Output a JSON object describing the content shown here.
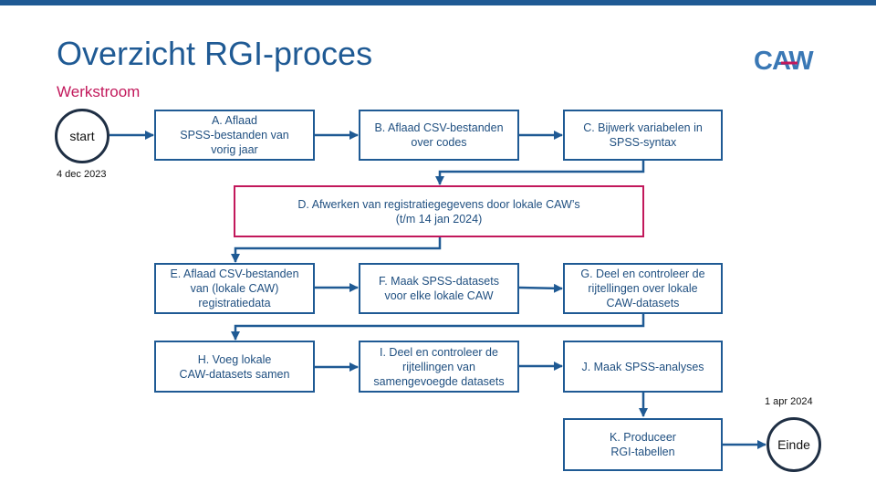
{
  "title": "Overzicht RGI-proces",
  "subtitle": "Werkstroom",
  "logo_text": "CAW",
  "colors": {
    "primary": "#1f5a94",
    "accent": "#c2185b",
    "logo_blue": "#3a78b5"
  },
  "start": {
    "label": "start",
    "date": "4 dec 2023"
  },
  "end": {
    "label": "Einde",
    "date": "1 apr 2024"
  },
  "steps": {
    "a": "A. Aflaad\nSPSS-bestanden van\nvorig jaar",
    "b": "B. Aflaad CSV-bestanden\nover codes",
    "c": "C. Bijwerk variabelen in\nSPSS-syntax",
    "d": "D. Afwerken van registratiegegevens door lokale CAW’s\n(t/m 14 jan 2024)",
    "e": "E. Aflaad CSV-bestanden\nvan (lokale CAW)\nregistratiedata",
    "f": "F. Maak SPSS-datasets\nvoor elke lokale CAW",
    "g": "G. Deel en controleer de\nrijtellingen over lokale\nCAW-datasets",
    "h": "H. Voeg lokale\nCAW-datasets samen",
    "i": "I. Deel en controleer de\nrijtellingen van\nsamengevoegde datasets",
    "j": "J. Maak SPSS-analyses",
    "k": "K. Produceer\nRGI-tabellen"
  }
}
